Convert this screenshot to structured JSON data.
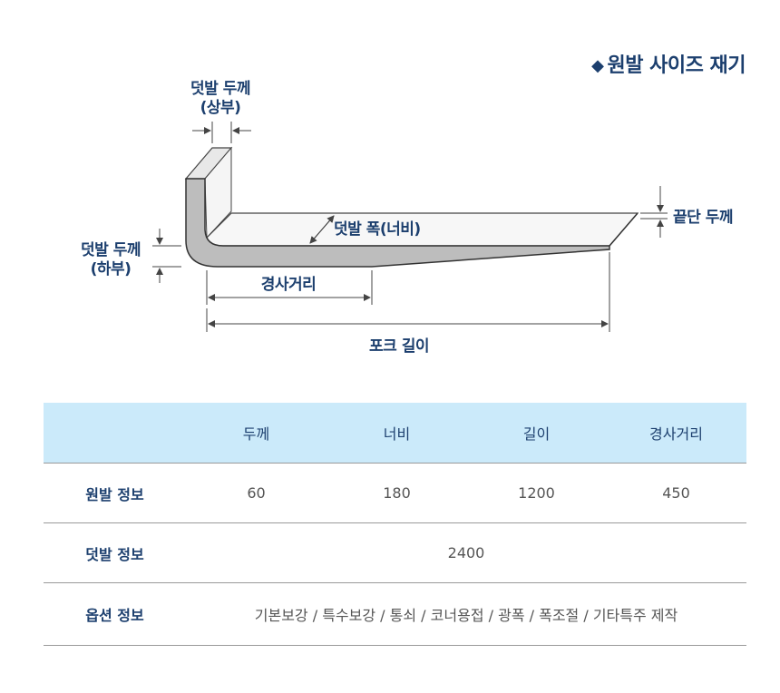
{
  "title": "원발 사이즈 재기",
  "title_marker": "◆",
  "diagram": {
    "labels": {
      "top_thickness_line1": "덧발 두께",
      "top_thickness_line2": "(상부)",
      "bottom_thickness_line1": "덧발 두께",
      "bottom_thickness_line2": "(하부)",
      "width": "덧발 폭(너비)",
      "tip_thickness": "끝단 두께",
      "slope_distance": "경사거리",
      "fork_length": "포크 길이"
    },
    "colors": {
      "fork_fill": "#bfbfbf",
      "fork_top": "#f2f2f2",
      "line": "#444444",
      "label": "#1c3f6e"
    }
  },
  "table": {
    "headers": [
      "",
      "두께",
      "너비",
      "길이",
      "경사거리"
    ],
    "rows": [
      {
        "label": "원발 정보",
        "cells": [
          "60",
          "180",
          "1200",
          "450"
        ]
      },
      {
        "label": "덧발 정보",
        "merged": "2400"
      },
      {
        "label": "옵션 정보",
        "merged": "기본보강 / 특수보강 / 통쇠 / 코너용접 / 광폭 / 폭조절 / 기타특주 제작"
      }
    ],
    "colors": {
      "header_bg": "#cbeafa",
      "header_text": "#1c3f6e",
      "cell_text": "#555555",
      "border": "#999999"
    }
  }
}
